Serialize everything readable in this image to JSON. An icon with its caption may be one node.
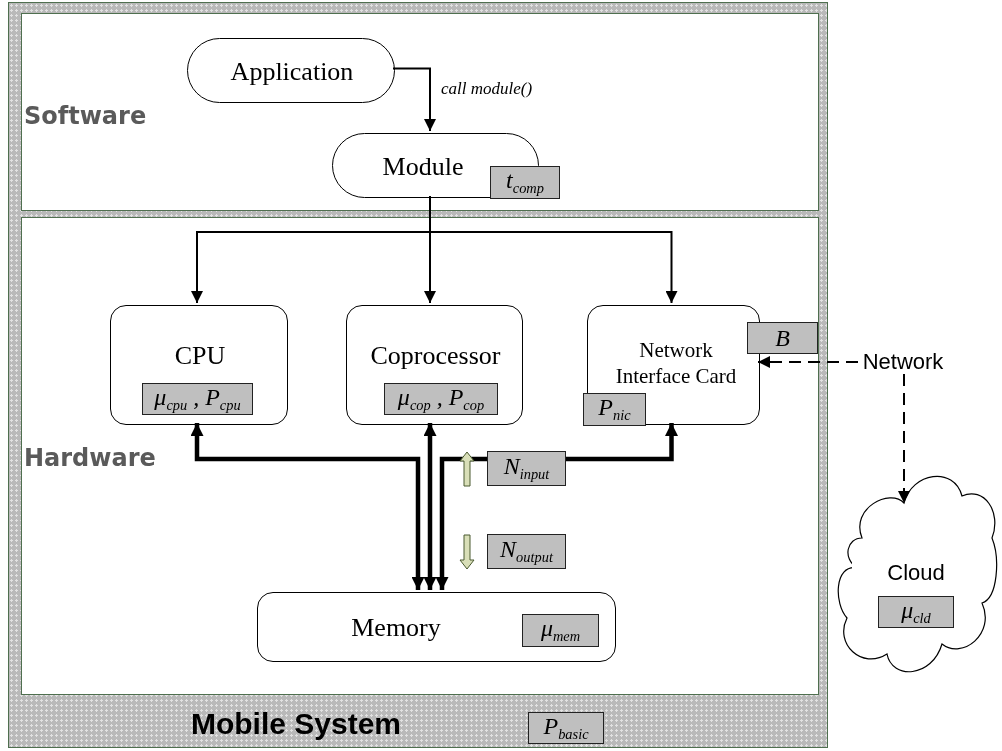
{
  "diagram": {
    "nodes": [
      {
        "text": [
          "Mobile System",
          "P$_{basic}$"
        ]
      },
      {
        "text": [
          "Software"
        ],
        "in": 0
      },
      {
        "text": [
          "Application"
        ],
        "in": 1
      },
      {
        "text": [
          "Module",
          "t$_{comp}$"
        ],
        "in": 1
      },
      {
        "text": [
          "Hardware"
        ],
        "in": 0
      },
      {
        "text": [
          "CPU",
          "μ$_{cpu}$ , P$_{cpu}$"
        ],
        "in": 4
      },
      {
        "text": [
          "Coprocessor",
          "μ$_{cop}$ , P$_{cop}$"
        ],
        "in": 4
      },
      {
        "text": [
          "Network Interface Card",
          "B",
          "P$_{nic}$"
        ],
        "in": 4
      },
      {
        "text": [
          "Memory",
          "μ$_{mem}$"
        ],
        "in": 4
      },
      {
        "text": [
          "Network"
        ]
      },
      {
        "text": [
          "Cloud",
          "μ$_{cld}$"
        ]
      }
    ],
    "edges": [
      {
        "from": 2,
        "to": 3,
        "arrow": "to",
        "label": "call module()"
      },
      {
        "from": 3,
        "to": 5,
        "arrow": "to"
      },
      {
        "from": 3,
        "to": 6,
        "arrow": "to"
      },
      {
        "from": 3,
        "to": 7,
        "arrow": "to"
      },
      {
        "from": 8,
        "to": 5,
        "arrow": "both",
        "style": "thick"
      },
      {
        "from": 8,
        "to": 6,
        "arrow": "both",
        "style": "thick"
      },
      {
        "from": 8,
        "to": 7,
        "arrow": "both",
        "style": "thick"
      },
      {
        "from": 9,
        "to": 7,
        "arrow": "to",
        "style": "dashed"
      },
      {
        "from": 9,
        "to": 10,
        "arrow": "to",
        "style": "dashed"
      }
    ],
    "labels": [
      "N$_{input}$",
      "N$_{output}$"
    ]
  }
}
